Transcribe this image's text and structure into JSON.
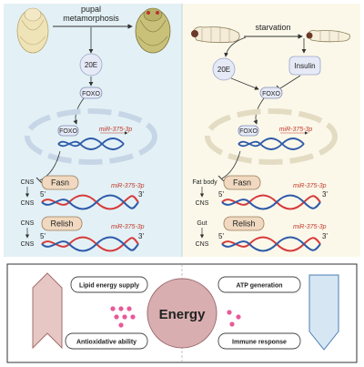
{
  "left_panel": {
    "stage_label_line1": "pupal",
    "stage_label_line2": "metamorphosis",
    "hormone": "20E",
    "foxo": "FOXO",
    "foxo_inner": "FOXO",
    "mirna": "miR-375-3p",
    "fasn": {
      "tissue_top": "CNS",
      "tissue_bottom": "CNS",
      "gene": "Fasn",
      "mirna": "miR-375-3p",
      "five": "5'",
      "three": "3'"
    },
    "relish": {
      "tissue_top": "CNS",
      "tissue_bottom": "CNS",
      "gene": "Relish",
      "mirna": "miR-375-3p",
      "five": "5'",
      "three": "3'"
    }
  },
  "right_panel": {
    "stage_label": "starvation",
    "hormone": "20E",
    "insulin": "Insulin",
    "foxo": "FOXO",
    "foxo_inner": "FOXO",
    "mirna": "miR-375-3p",
    "fasn": {
      "tissue_top": "Fat body",
      "tissue_bottom": "CNS",
      "gene": "Fasn",
      "mirna": "miR-375-3p",
      "five": "5'",
      "three": "3'"
    },
    "relish": {
      "tissue_top": "Gut",
      "tissue_bottom": "CNS",
      "gene": "Relish",
      "mirna": "miR-375-3p",
      "five": "5'",
      "three": "3'"
    }
  },
  "energy_panel": {
    "center": "Energy",
    "lipid": "Lipid energy supply",
    "antiox": "Antioxidative ability",
    "atp": "ATP generation",
    "immune": "Immune response"
  },
  "colors": {
    "left_bg": "#e3f1f6",
    "right_bg": "#fbf8ea",
    "gene_box": "#f0d9c0",
    "foxo_circle": "#e6eaf6",
    "dna_red": "#d63b3b",
    "dna_blue": "#2e5aa8",
    "energy_circle": "#d9aeb0",
    "dots": "#e85a9a",
    "up_arrow": "#e7c7c4",
    "down_arrow": "#d7e6f3"
  }
}
